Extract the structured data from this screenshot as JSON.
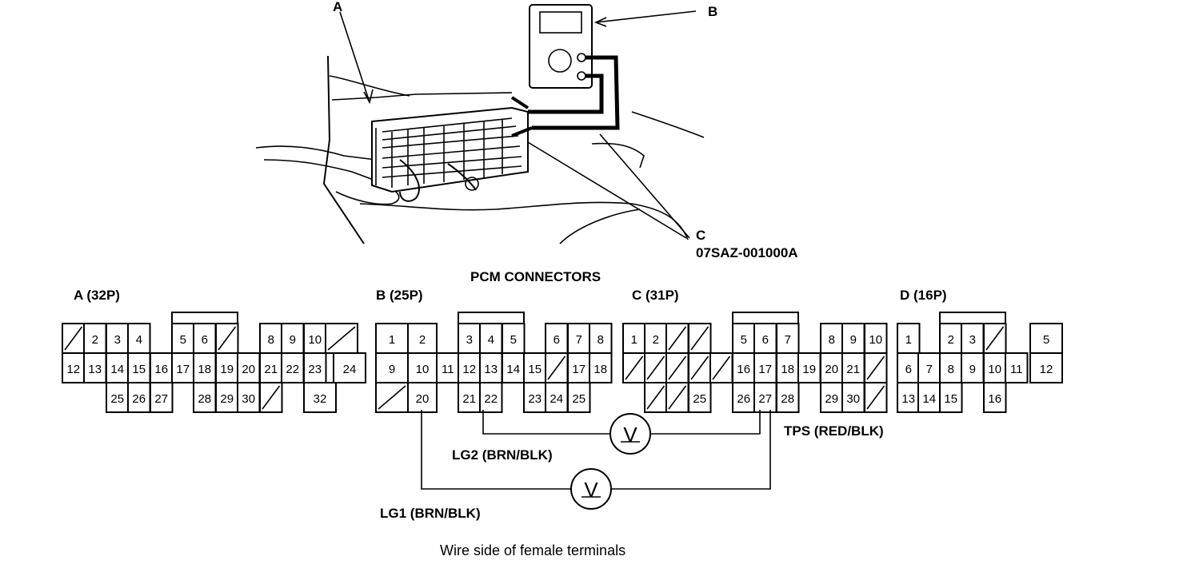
{
  "labels": {
    "part_a": "A",
    "part_b": "B",
    "part_c": "C",
    "tool_number": "07SAZ-001000A",
    "title": "PCM CONNECTORS",
    "conn_a": "A (32P)",
    "conn_b": "B (25P)",
    "conn_c": "C (31P)",
    "conn_d": "D (16P)",
    "tps": "TPS (RED/BLK)",
    "lg2": "LG2 (BRN/BLK)",
    "lg1": "LG1 (BRN/BLK)",
    "meter_symbol": "V",
    "caption": "Wire side of female terminals"
  },
  "connectors": {
    "A": {
      "row1": [
        "",
        "2",
        "3",
        "4",
        "5",
        "6",
        "",
        "8",
        "9",
        "10",
        ""
      ],
      "row2": [
        "12",
        "13",
        "14",
        "15",
        "16",
        "17",
        "18",
        "19",
        "20",
        "21",
        "22",
        "23",
        "24"
      ],
      "row3": [
        "25",
        "26",
        "27",
        "28",
        "29",
        "30",
        "",
        "32"
      ]
    },
    "B": {
      "row1": [
        "1",
        "2",
        "3",
        "4",
        "5",
        "6",
        "7",
        "8"
      ],
      "row2": [
        "9",
        "10",
        "11",
        "12",
        "13",
        "14",
        "15",
        "",
        "17",
        "18"
      ],
      "row3": [
        "",
        "20",
        "21",
        "22",
        "23",
        "24",
        "25"
      ]
    },
    "C": {
      "row1": [
        "1",
        "2",
        "",
        "",
        "5",
        "6",
        "7",
        "8",
        "9",
        "10"
      ],
      "row2": [
        "",
        "",
        "",
        "",
        "",
        "16",
        "17",
        "18",
        "19",
        "20",
        "21",
        ""
      ],
      "row3": [
        "",
        "",
        "25",
        "26",
        "27",
        "28",
        "29",
        "30",
        ""
      ]
    },
    "D": {
      "row1": [
        "1",
        "2",
        "3",
        "",
        "5"
      ],
      "row2": [
        "6",
        "7",
        "8",
        "9",
        "10",
        "11",
        "12"
      ],
      "row3": [
        "13",
        "14",
        "15",
        "16"
      ]
    }
  }
}
